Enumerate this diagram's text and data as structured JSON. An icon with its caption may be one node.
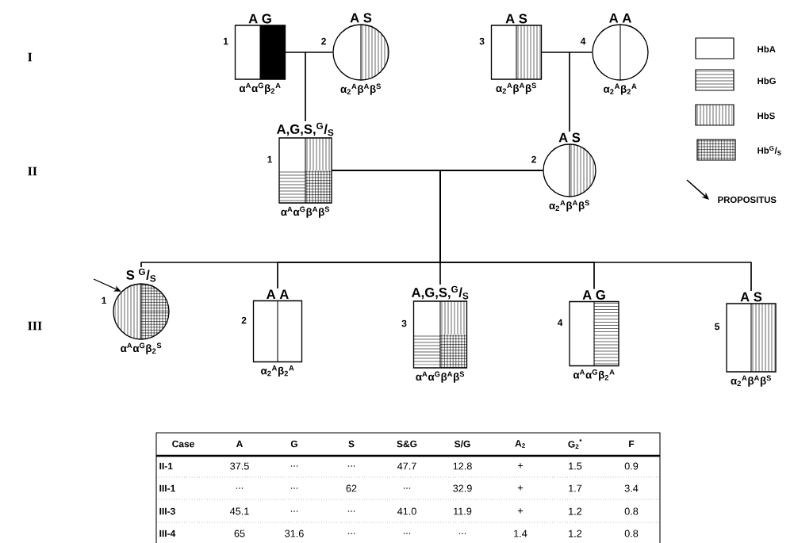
{
  "diagram": {
    "nodes": [
      {
        "text": [
          "1",
          "A G",
          "α$^{A}$α$^{G}$β$_{2}$$^{A}$"
        ]
      },
      {
        "text": [
          "2",
          "A S",
          "α$_{2}$$^{A}$β$^{A}$β$^{S}$"
        ]
      },
      {
        "text": [
          "3",
          "A S",
          "α$_{2}$$^{A}$β$^{A}$β$^{S}$"
        ]
      },
      {
        "text": [
          "4",
          "A A",
          "α$_{2}$$^{A}$β$_{2}$$^{A}$"
        ]
      },
      {
        "text": [
          "1",
          "A,G,S,$^{G}$/$_{S}$",
          "α$^{A}$α$^{G}$β$^{A}$β$^{S}$"
        ]
      },
      {
        "text": [
          "2",
          "A S",
          "α$_{2}$$^{A}$β$^{A}$β$^{S}$"
        ]
      },
      {
        "text": [
          "1",
          "S $^{G}$/$_{S}$",
          "α$^{A}$α$^{G}$β$_{2}$$^{S}$"
        ]
      },
      {
        "text": [
          "2",
          "A A",
          "α$_{2}$$^{A}$β$_{2}$$^{A}$"
        ]
      },
      {
        "text": [
          "3",
          "A,G,S,$^{G}$/$_{S}$",
          "α$^{A}$α$^{G}$β$^{A}$β$^{S}$"
        ]
      },
      {
        "text": [
          "4",
          "A G",
          "α$^{A}$α$^{G}$β$_{2}$$^{A}$"
        ]
      },
      {
        "text": [
          "5",
          "A S",
          "α$_{2}$$^{A}$β$^{A}$β$^{S}$"
        ]
      }
    ],
    "edges": [
      {
        "from": 0,
        "to": 1,
        "arrow": "none"
      },
      {
        "from": 2,
        "to": 3,
        "arrow": "none"
      },
      {
        "from": 0,
        "to": 4,
        "arrow": "none"
      },
      {
        "from": 1,
        "to": 4,
        "arrow": "none"
      },
      {
        "from": 2,
        "to": 5,
        "arrow": "none"
      },
      {
        "from": 3,
        "to": 5,
        "arrow": "none"
      },
      {
        "from": 4,
        "to": 5,
        "arrow": "none"
      },
      {
        "from": 4,
        "to": 6,
        "arrow": "none"
      },
      {
        "from": 4,
        "to": 7,
        "arrow": "none"
      },
      {
        "from": 4,
        "to": 8,
        "arrow": "none"
      },
      {
        "from": 4,
        "to": 9,
        "arrow": "none"
      },
      {
        "from": 4,
        "to": 10,
        "arrow": "none"
      },
      {
        "from": 5,
        "to": 6,
        "arrow": "none"
      },
      {
        "from": 5,
        "to": 7,
        "arrow": "none"
      },
      {
        "from": 5,
        "to": 8,
        "arrow": "none"
      },
      {
        "from": 5,
        "to": 9,
        "arrow": "none"
      },
      {
        "from": 5,
        "to": 10,
        "arrow": "none"
      },
      {
        "from": null,
        "to": 6,
        "arrow": "to"
      }
    ],
    "labels": [
      "I",
      "II",
      "III",
      "Case",
      "A",
      "G",
      "S",
      "S&G",
      "S/G",
      "A$_{2}$",
      "G$_{2}$$^{*}$",
      "F",
      "II-1",
      "37.5",
      "...",
      "...",
      "47.7",
      "12.8",
      "+",
      "1.5",
      "0.9",
      "III-1",
      "...",
      "...",
      "62",
      "...",
      "32.9",
      "+",
      "1.7",
      "3.4",
      "III-3",
      "45.1",
      "...",
      "...",
      "41.0",
      "11.9",
      "+",
      "1.2",
      "0.8",
      "III-4",
      "65",
      "31.6",
      "...",
      "...",
      "...",
      "1.4",
      "1.2",
      "0.8"
    ],
    "legend": [
      {
        "text": "HbA"
      },
      {
        "text": "HbG"
      },
      {
        "text": "HbS"
      },
      {
        "text": "Hb$^{G}$/$_{S}$"
      },
      {
        "text": "PROPOSITUS"
      }
    ]
  }
}
